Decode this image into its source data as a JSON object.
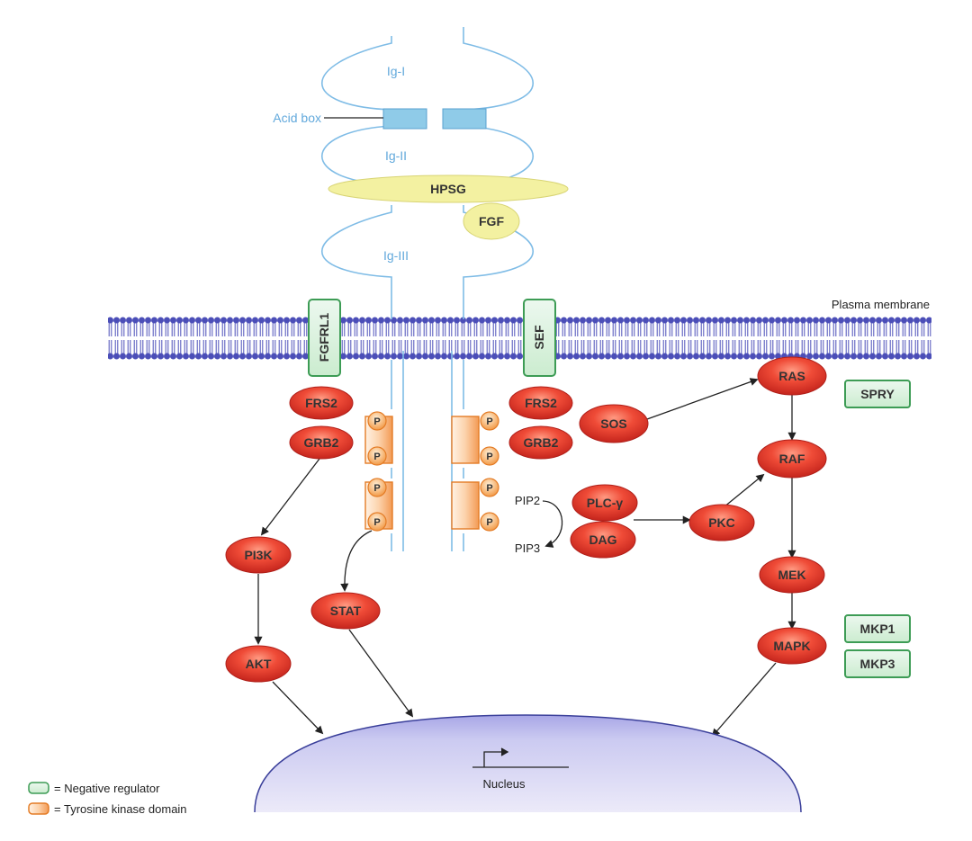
{
  "labels": {
    "ig1": "Ig-I",
    "ig2": "Ig-II",
    "ig3": "Ig-III",
    "acid_box": "Acid box",
    "hpsg": "HPSG",
    "fgf": "FGF",
    "plasma_membrane": "Plasma membrane",
    "fgfrl1": "FGFRL1",
    "sef": "SEF",
    "pip2": "PIP2",
    "pip3": "PIP3",
    "nucleus": "Nucleus",
    "p": "P"
  },
  "nodes": {
    "frs2_left": "FRS2",
    "grb2_left": "GRB2",
    "frs2_right": "FRS2",
    "grb2_right": "GRB2",
    "sos": "SOS",
    "ras": "RAS",
    "raf": "RAF",
    "plcg": "PLC-γ",
    "dag": "DAG",
    "pkc": "PKC",
    "mek": "MEK",
    "mapk": "MAPK",
    "pi3k": "PI3K",
    "akt": "AKT",
    "stat": "STAT"
  },
  "regulators": {
    "spry": "SPRY",
    "mkp1": "MKP1",
    "mkp3": "MKP3"
  },
  "legend": {
    "negative": "= Negative regulator",
    "tyrosine": "= Tyrosine kinase domain"
  },
  "colors": {
    "receptor_line": "#7fbce6",
    "acid_box_fill": "#8fcbe8",
    "hpsg_fill": "#f3f1a1",
    "membrane": "#4b4eb8",
    "node_red": "#e2342a",
    "green_border": "#3d9c55",
    "green_fill": "#d3efd9",
    "kinase_orange": "#f0923c",
    "nucleus_fill": "#c7c6ee"
  }
}
